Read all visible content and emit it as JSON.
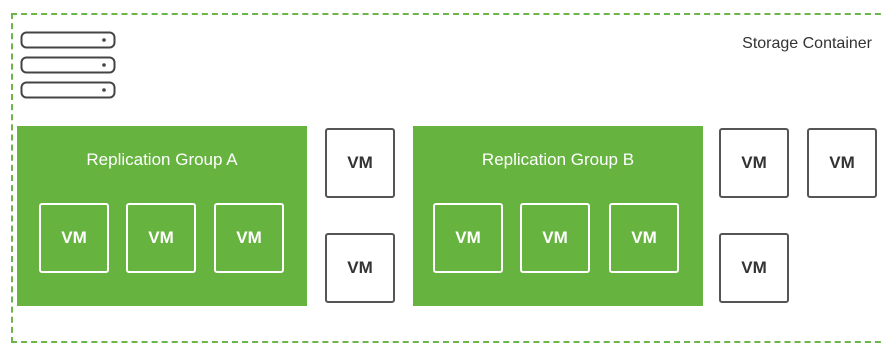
{
  "storage_container": {
    "label": "Storage Container",
    "icon": "storage-stack-icon",
    "border_color": "#6cb548"
  },
  "group_color": "#66b33f",
  "replication_groups": [
    {
      "label": "Replication Group A",
      "vms": [
        "VM",
        "VM",
        "VM"
      ]
    },
    {
      "label": "Replication Group B",
      "vms": [
        "VM",
        "VM",
        "VM"
      ]
    }
  ],
  "standalone_vms": [
    "VM",
    "VM",
    "VM",
    "VM",
    "VM"
  ]
}
